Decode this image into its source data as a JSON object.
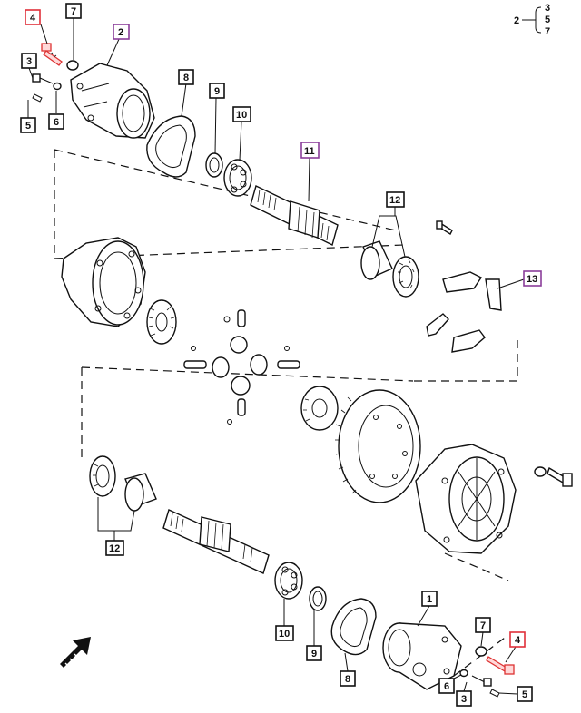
{
  "callouts": {
    "c4_top": "4",
    "c7_top": "7",
    "c2": "2",
    "c3_top": "3",
    "c5_top": "5",
    "c6_top": "6",
    "c8_top": "8",
    "c9_top": "9",
    "c10_top": "10",
    "c11": "11",
    "c12_top": "12",
    "c13": "13",
    "c12_bottom": "12",
    "c10_bottom": "10",
    "c9_bottom": "9",
    "c8_bottom": "8",
    "c1": "1",
    "c7_bottom": "7",
    "c4_bottom": "4",
    "c6_bottom": "6",
    "c3_bottom": "3",
    "c5_bottom": "5"
  },
  "legend": {
    "root": "2",
    "items": [
      "3",
      "5",
      "7"
    ]
  },
  "colors": {
    "red_callout": "#e0303a",
    "purple_callout": "#8a3e9a",
    "line": "#111111"
  },
  "icons": {
    "direction": "arrow-icon"
  }
}
